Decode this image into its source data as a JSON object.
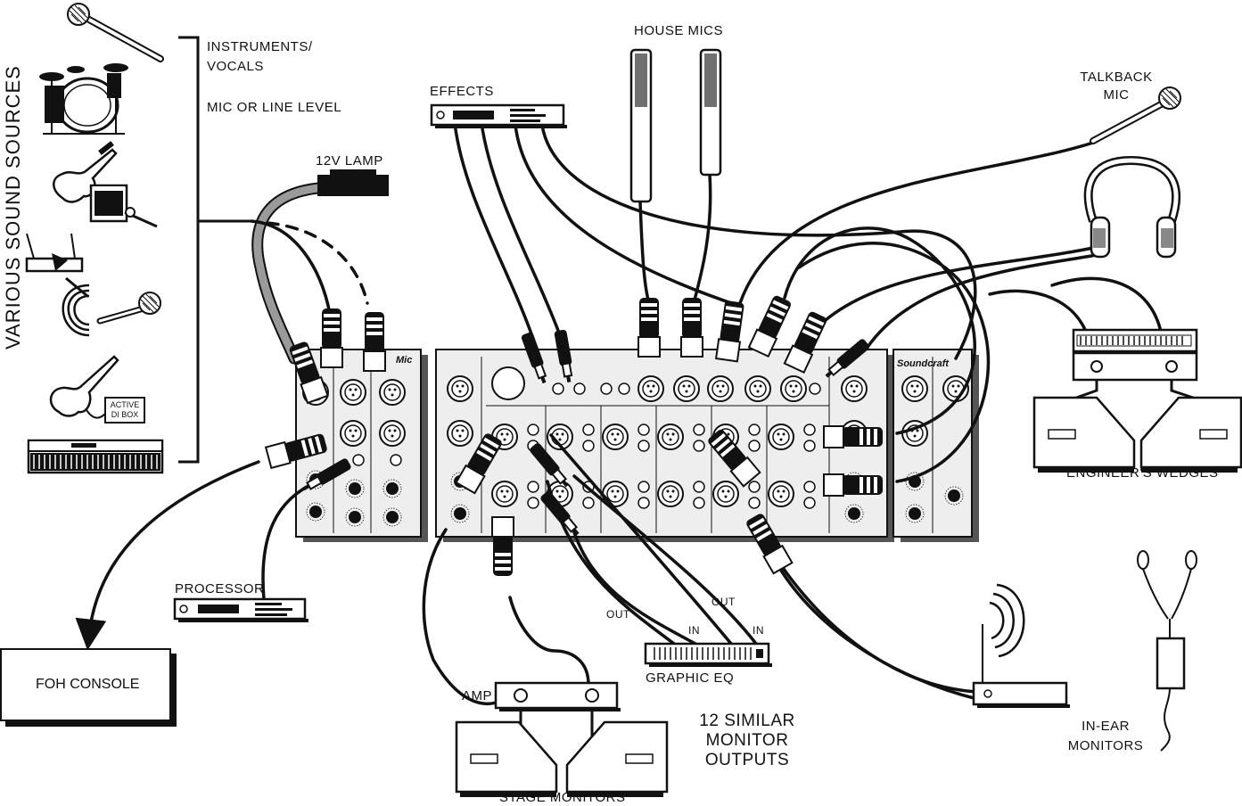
{
  "title": "",
  "labels": {
    "various_sound_sources": "VARIOUS SOUND SOURCES",
    "instruments_vocals_1": "INSTRUMENTS/",
    "instruments_vocals_2": "VOCALS",
    "mic_or_line_level": "MIC OR LINE LEVEL",
    "lamp_12v": "12V LAMP",
    "effects": "EFFECTS",
    "house_mics": "HOUSE MICS",
    "talkback_mic_1": "TALKBACK",
    "talkback_mic_2": "MIC",
    "engineers_wedges": "ENGINEER'S WEDGES",
    "processor": "PROCESSOR",
    "foh_console": "FOH CONSOLE",
    "amp": "AMP",
    "graphic_eq": "GRAPHIC EQ",
    "out_1": "OUT",
    "in_1": "IN",
    "out_2": "OUT",
    "in_2": "IN",
    "similar_outputs_1": "12 SIMILAR",
    "similar_outputs_2": "MONITOR",
    "similar_outputs_3": "OUTPUTS",
    "stage_monitors": "STAGE MONITORS",
    "in_ear_1": "IN-EAR",
    "in_ear_2": "MONITORS",
    "active_di_1": "ACTIVE",
    "active_di_2": "DI BOX",
    "brand_soundcraft": "Soundcraft",
    "brand_mic": "Mic"
  },
  "colors": {
    "ink": "#111111",
    "panel": "#eeeeee",
    "panel_shadow": "#555555",
    "cable_grey": "#9a9a9a"
  },
  "icons": [
    "microphone-icon",
    "drum-kit-icon",
    "guitar-amp-icon",
    "wireless-receiver-icon",
    "di-box-icon",
    "keyboard-icon",
    "headphones-icon",
    "in-ear-monitor-icon",
    "wedge-speaker-icon"
  ]
}
